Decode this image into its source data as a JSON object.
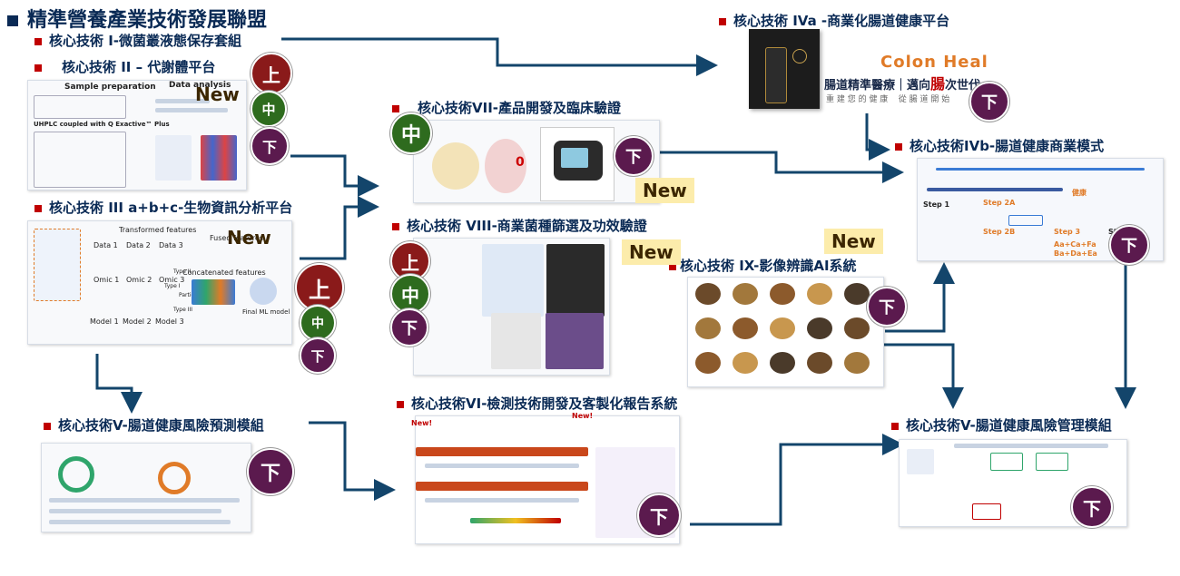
{
  "page_title": "精準營養產業技術發展聯盟",
  "core": {
    "t1": "核心技術 I-微菌叢液態保存套組",
    "t2": "核心技術 II – 代謝體平台",
    "t3": "核心技術 III a+b+c-生物資訊分析平台",
    "t4a": "核心技術 IVa -商業化腸道健康平台",
    "t4b": "核心技術IVb-腸道健康商業模式",
    "t5left": "核心技術V-腸道健康風險預測模組",
    "t5right": "核心技術V-腸道健康風險管理模組",
    "t6": "核心技術VI-檢測技術開發及客製化報告系統",
    "t7": "核心技術VII-產品開發及臨床驗證",
    "t8": "核心技術 VIII-商業菌種篩選及功效驗證",
    "t9": "核心技術 IX-影像辨識AI系統"
  },
  "badges": {
    "up": "上",
    "mid": "中",
    "down": "下"
  },
  "new_label": "New",
  "colonheal": {
    "brand": "Colon Heal",
    "slogan_a": "腸道精準醫療｜邁向",
    "slogan_b": "腸",
    "slogan_c": "次世代",
    "sub": "重 建 您 的 健 康    從 腸 道 開 始"
  },
  "thumb_text": {
    "sample_prep": "Sample preparation",
    "data_analysis": "Data analysis",
    "uhplc": "UHPLC coupled with Q Exactive™ Plus",
    "transformed": "Transformed features",
    "fused": "Fused features",
    "concat": "Concatenated features",
    "final": "Final ML model",
    "data1": "Data 1",
    "data2": "Data 2",
    "data3": "Data 3",
    "omic1": "Omic 1",
    "omic2": "Omic 2",
    "omic3": "Omic 3",
    "model1": "Model 1",
    "model2": "Model 2",
    "model3": "Model 3",
    "type1": "Type I",
    "type2": "Type II",
    "type3": "Type III",
    "participant": "Participant",
    "step1": "Step 1",
    "step2a": "Step 2A",
    "step2b": "Step 2B",
    "step3": "Step 3",
    "step4": "Step 4",
    "health": "健康",
    "formula": "Aa+Ca+Fa",
    "formula2": "Ba+Da+Ea",
    "zero": "0"
  },
  "colors": {
    "accent_red": "#c00000",
    "navy": "#0a2a55",
    "arrow": "#13456b",
    "up": "#8a1a1a",
    "mid": "#2e6b1e",
    "down": "#5b1a4e",
    "new_bg": "#fcecab"
  }
}
